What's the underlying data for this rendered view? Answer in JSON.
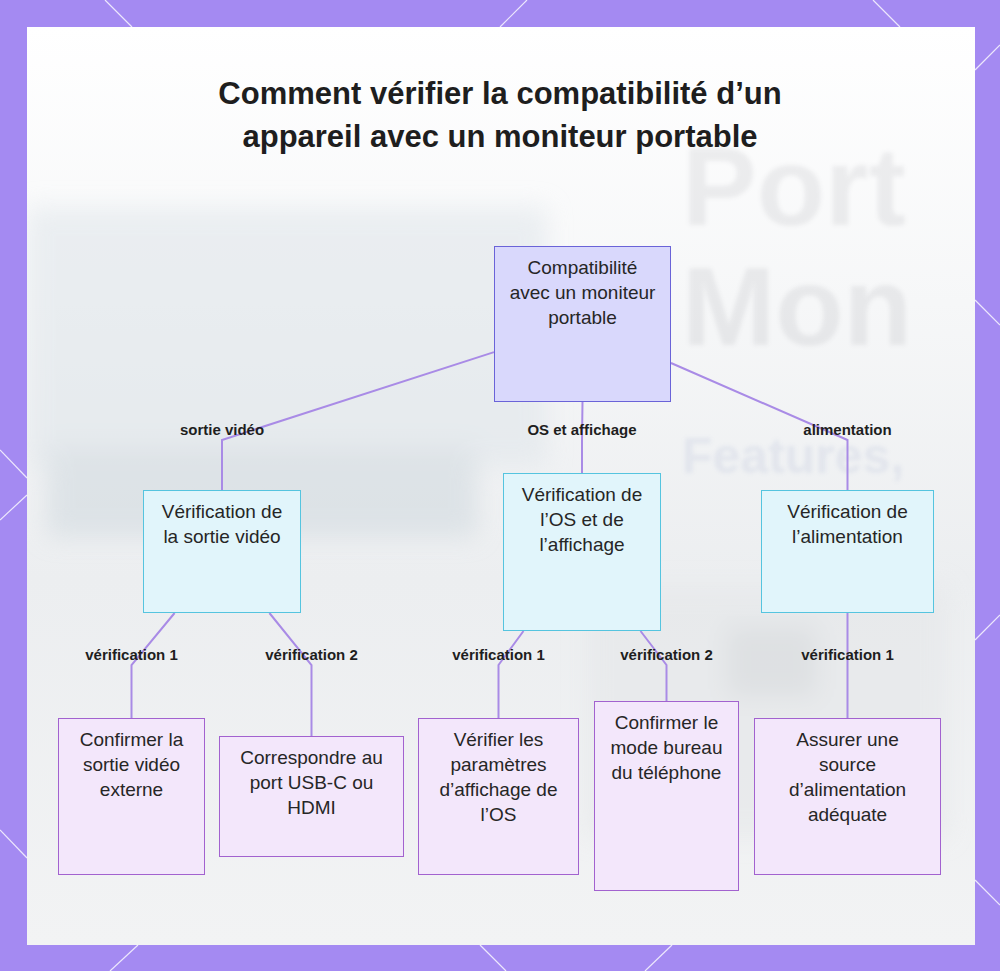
{
  "diagram": {
    "title": "Comment vérifier la compatibilité d’un appareil avec un moniteur portable",
    "nodes": [
      {
        "text": [
          "Compatibilité avec un moniteur portable"
        ]
      },
      {
        "text": [
          "Vérification de la sortie vidéo"
        ]
      },
      {
        "text": [
          "Vérification de l’OS et de l’affichage"
        ]
      },
      {
        "text": [
          "Vérification de l’alimentation"
        ]
      },
      {
        "text": [
          "Confirmer la sortie vidéo externe"
        ]
      },
      {
        "text": [
          "Correspondre au port USB-C ou HDMI"
        ]
      },
      {
        "text": [
          "Vérifier les paramètres d’affichage de l’OS"
        ]
      },
      {
        "text": [
          "Confirmer le mode bureau du téléphone"
        ]
      },
      {
        "text": [
          "Assurer une source d’alimentation adéquate"
        ]
      }
    ],
    "edges": [
      {
        "from": 0,
        "to": 1,
        "label": "sortie vidéo",
        "arrow": "none"
      },
      {
        "from": 0,
        "to": 2,
        "label": "OS et affichage",
        "arrow": "none"
      },
      {
        "from": 0,
        "to": 3,
        "label": "alimentation",
        "arrow": "none"
      },
      {
        "from": 1,
        "to": 4,
        "label": "vérification 1",
        "arrow": "none"
      },
      {
        "from": 1,
        "to": 5,
        "label": "vérification 2",
        "arrow": "none"
      },
      {
        "from": 2,
        "to": 6,
        "label": "vérification 1",
        "arrow": "none"
      },
      {
        "from": 2,
        "to": 7,
        "label": "vérification 2",
        "arrow": "none"
      },
      {
        "from": 3,
        "to": 8,
        "label": "vérification 1",
        "arrow": "none"
      }
    ],
    "labels": [
      "Port",
      "Mon",
      "Features,"
    ]
  }
}
